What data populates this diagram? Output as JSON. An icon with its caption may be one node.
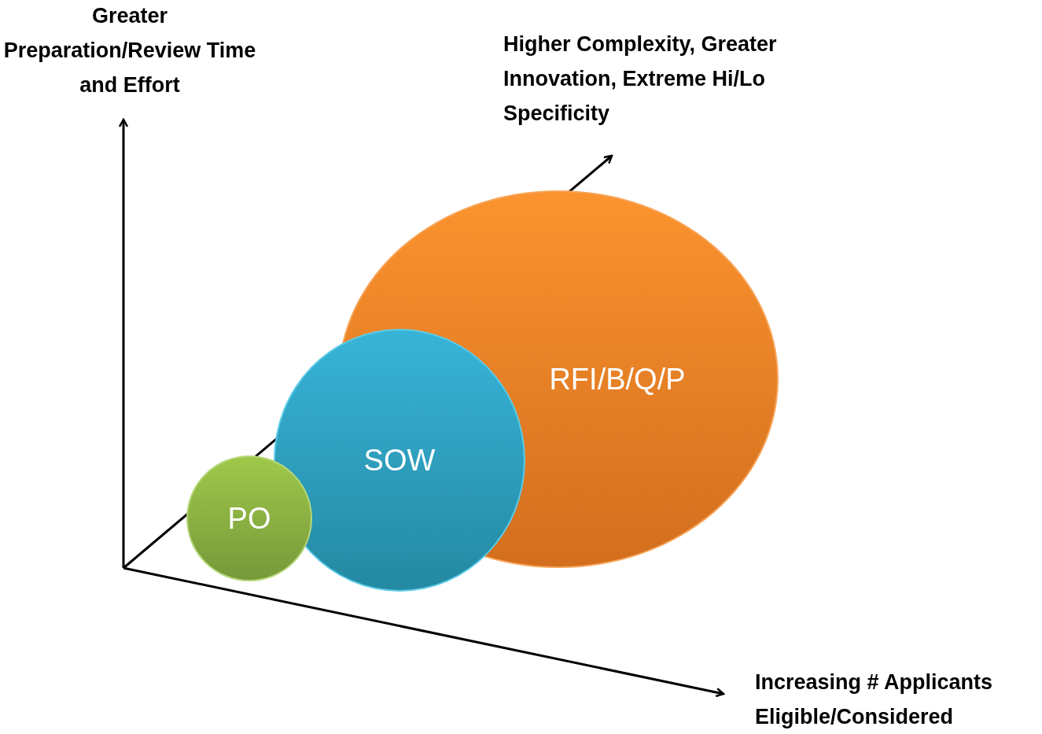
{
  "diagram": {
    "nodes": [
      {
        "text": [
          "PO"
        ]
      },
      {
        "text": [
          "SOW"
        ]
      },
      {
        "text": [
          "RFI/B/Q/P"
        ]
      }
    ],
    "edges": [],
    "labels": [
      "Greater Preparation/Review Time and Effort",
      "Higher Complexity, Greater Innovation, Extreme Hi/Lo Specificity",
      "Increasing # Applicants Eligible/Considered"
    ]
  }
}
